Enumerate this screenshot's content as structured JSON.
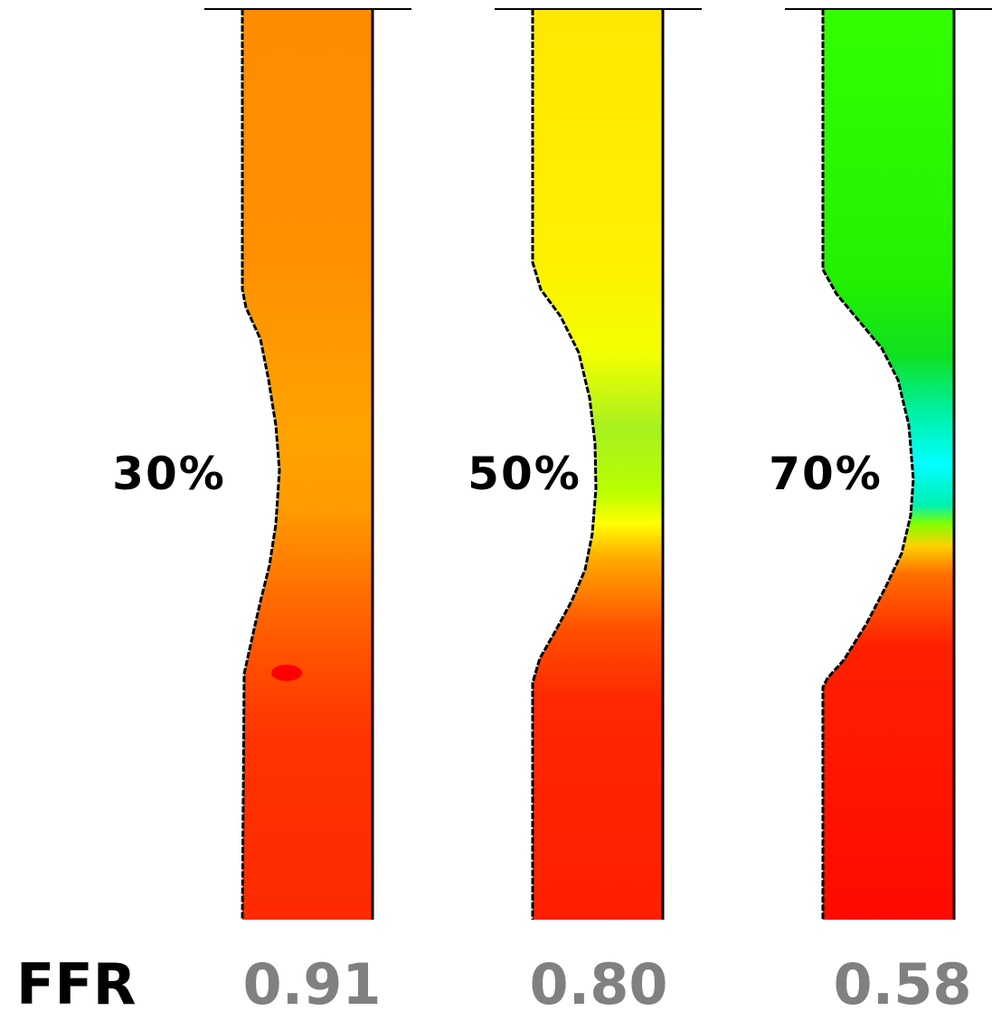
{
  "row_label": "FFR",
  "vessels": [
    {
      "stenosis_label": "30%",
      "ffr_value": "0.91",
      "stenosis_fraction": 0.3,
      "gradient": [
        {
          "offset": 0.0,
          "color": "#ff8c00"
        },
        {
          "offset": 0.27,
          "color": "#ff9000"
        },
        {
          "offset": 0.47,
          "color": "#ffa300"
        },
        {
          "offset": 0.55,
          "color": "#ff9b00"
        },
        {
          "offset": 0.65,
          "color": "#ff6a00"
        },
        {
          "offset": 0.73,
          "color": "#ff4a00"
        },
        {
          "offset": 0.8,
          "color": "#ff3300"
        },
        {
          "offset": 1.0,
          "color": "#ff2a00"
        }
      ]
    },
    {
      "stenosis_label": "50%",
      "ffr_value": "0.80",
      "stenosis_fraction": 0.5,
      "gradient": [
        {
          "offset": 0.0,
          "color": "#ffe800"
        },
        {
          "offset": 0.28,
          "color": "#fff000"
        },
        {
          "offset": 0.38,
          "color": "#f2ff00"
        },
        {
          "offset": 0.46,
          "color": "#a8f020"
        },
        {
          "offset": 0.53,
          "color": "#b8ff00"
        },
        {
          "offset": 0.565,
          "color": "#ffff00"
        },
        {
          "offset": 0.6,
          "color": "#ffb000"
        },
        {
          "offset": 0.68,
          "color": "#ff5000"
        },
        {
          "offset": 0.76,
          "color": "#ff2800"
        },
        {
          "offset": 1.0,
          "color": "#ff1f00"
        }
      ]
    },
    {
      "stenosis_label": "70%",
      "ffr_value": "0.58",
      "stenosis_fraction": 0.7,
      "gradient": [
        {
          "offset": 0.0,
          "color": "#33ff00"
        },
        {
          "offset": 0.3,
          "color": "#22f000"
        },
        {
          "offset": 0.38,
          "color": "#10e020"
        },
        {
          "offset": 0.44,
          "color": "#00f0a0"
        },
        {
          "offset": 0.5,
          "color": "#00ffff"
        },
        {
          "offset": 0.545,
          "color": "#00f0b0"
        },
        {
          "offset": 0.565,
          "color": "#80ff00"
        },
        {
          "offset": 0.59,
          "color": "#ffd000"
        },
        {
          "offset": 0.62,
          "color": "#ff7000"
        },
        {
          "offset": 0.7,
          "color": "#ff2000"
        },
        {
          "offset": 1.0,
          "color": "#ff0a00"
        }
      ]
    }
  ],
  "marker_color": "#ff0000",
  "wall_color": "#000000",
  "ffr_value_color": "#808080"
}
